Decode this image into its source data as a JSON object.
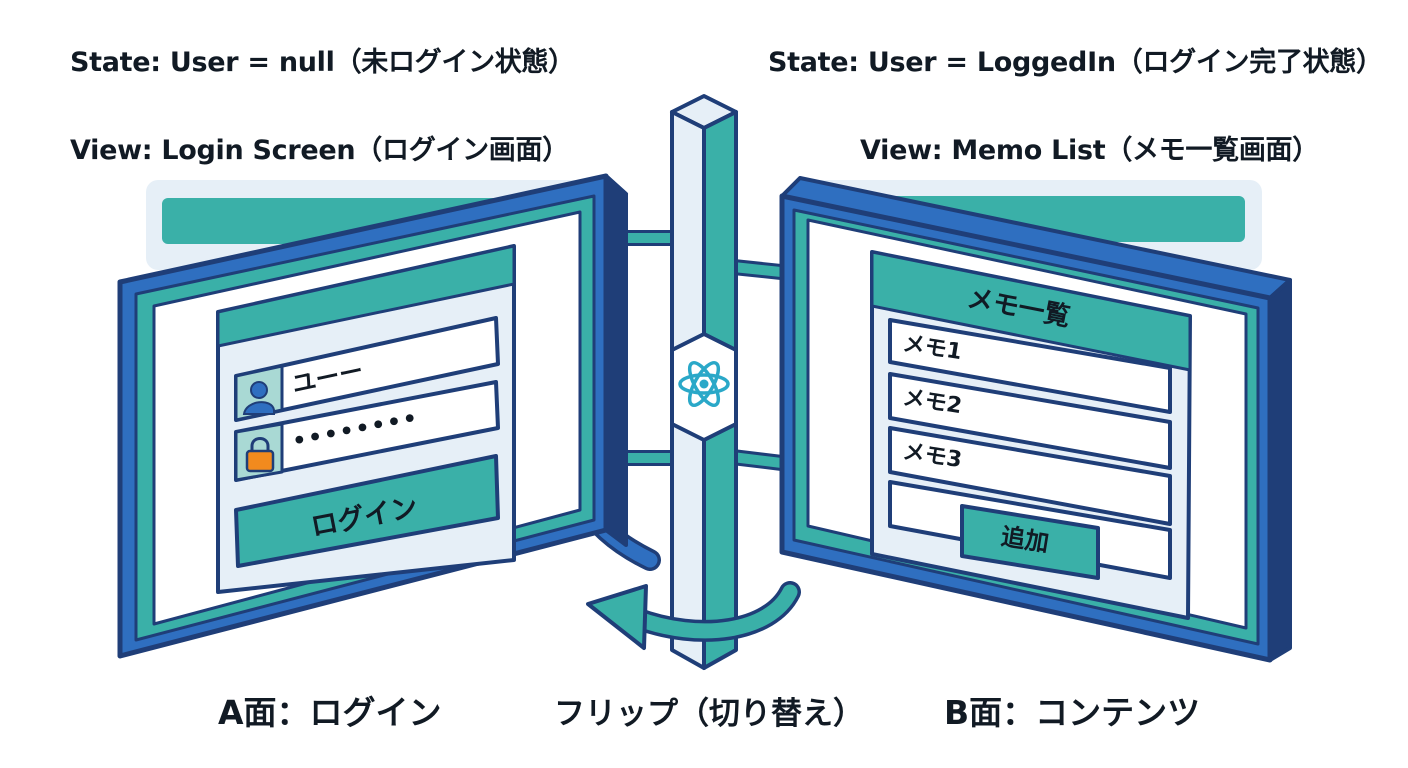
{
  "left_panel": {
    "state_caption": "State: User = null（未ログイン状態）",
    "view_caption": "View: Login Screen（ログイン画面）",
    "username_value": "ユーー",
    "password_value": "••••••••",
    "login_button_label": "ログイン",
    "face_label": "A面：ログイン"
  },
  "right_panel": {
    "state_caption": "State: User = LoggedIn（ログイン完了状態）",
    "view_caption": "View: Memo List（メモ一覧画面）",
    "list_title": "メモ一覧",
    "memos": [
      "メモ1",
      "メモ2",
      "メモ3",
      ""
    ],
    "add_button_label": "追加",
    "face_label": "B面：コンテンツ"
  },
  "center": {
    "flip_label": "フリップ（切り替え）",
    "axis_icon": "react-atom-icon"
  },
  "colors": {
    "navy": "#1f3e78",
    "blue": "#2f6fc0",
    "teal": "#3ab0a8",
    "teal_light": "#a9d9d4",
    "pale_blue": "#e6eff7",
    "lock_orange": "#f28a1e"
  }
}
